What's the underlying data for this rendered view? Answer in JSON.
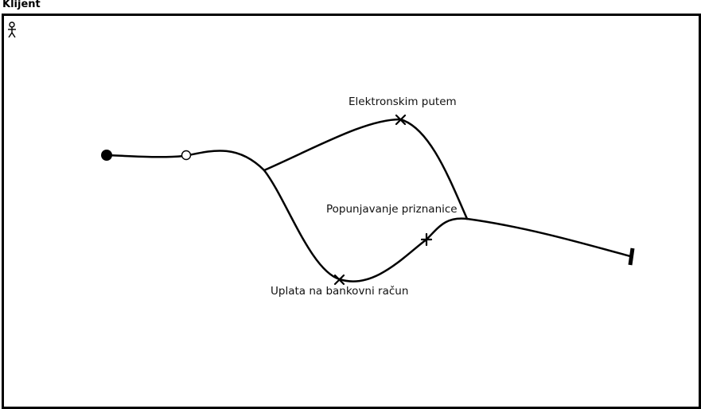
{
  "pool": {
    "title": "Klijent",
    "actor_icon": "stick-figure-icon"
  },
  "nodes": {
    "start": {
      "icon": "filled-circle-icon"
    },
    "intermediate": {
      "icon": "hollow-circle-icon"
    },
    "activity_top": {
      "label": "Elektronskim putem",
      "icon": "x-cross-icon"
    },
    "activity_right": {
      "label": "Popunjavanje priznanice",
      "icon": "plus-cross-icon"
    },
    "activity_bottom": {
      "label": "Uplata na bankovni račun",
      "icon": "x-cross-icon"
    },
    "end": {
      "icon": "end-bar-icon"
    }
  },
  "colors": {
    "stroke": "#000000",
    "background": "#ffffff"
  }
}
